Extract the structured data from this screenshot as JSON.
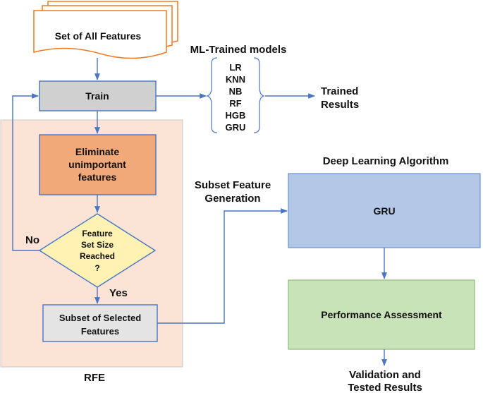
{
  "nodes": {
    "all_features": "Set of All Features",
    "ml_models_title": "ML-Trained models",
    "train": "Train",
    "models": [
      "LR",
      "KNN",
      "NB",
      "RF",
      "HGB",
      "GRU"
    ],
    "trained_results": [
      "Trained",
      "Results"
    ],
    "eliminate": [
      "Eliminate",
      "unimportant",
      "features"
    ],
    "decision": [
      "Feature",
      "Set Size",
      "Reached",
      "?"
    ],
    "no_label": "No",
    "yes_label": "Yes",
    "subset_selected": [
      "Subset of Selected",
      "Features"
    ],
    "rfe_label": "RFE",
    "subset_generation": [
      "Subset Feature",
      "Generation"
    ],
    "dl_title": "Deep Learning Algorithm",
    "gru": "GRU",
    "performance": "Performance Assessment",
    "validation": [
      "Validation and",
      "Tested Results"
    ]
  },
  "colors": {
    "rfe_panel": "#fbe3d6",
    "document_border": "#f07a22",
    "train_box": "#d0d0d0",
    "eliminate_box": "#f2a97a",
    "decision_fill": "#fff2b3",
    "subset_box": "#e4e4e4",
    "gru_box": "#b4c7e7",
    "performance_box": "#c9e3b8",
    "arrow": "#4a74c4"
  }
}
